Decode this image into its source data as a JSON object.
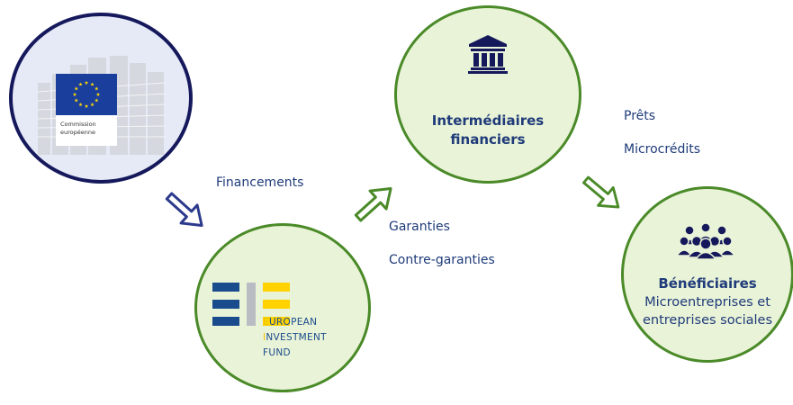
{
  "ec": {
    "label_line1": "Commission",
    "label_line2": "européenne"
  },
  "eif": {
    "line1_first": "E",
    "line1_rest": "UROPEAN",
    "line2_first": "I",
    "line2_rest": "NVESTMENT",
    "line3": "FUND"
  },
  "labels": {
    "financements": "Financements",
    "garanties": "Garanties",
    "contre_garanties": "Contre-garanties",
    "prets": "Prêts",
    "microcredits": "Microcrédits"
  },
  "intermediaires": {
    "line1": "Intermédiaires",
    "line2": "financiers"
  },
  "beneficiaires": {
    "title": "Bénéficiaires",
    "line1": "Microentreprises et",
    "line2": "entreprises sociales"
  },
  "colors": {
    "navy": "#15195c",
    "green": "#4a8a28",
    "light_green": "#e9f3d7",
    "text_blue": "#1f3b7a",
    "eu_blue": "#1a3e9c",
    "eu_yellow": "#ffd800"
  },
  "icons": [
    "eu-flag-icon",
    "building-icon",
    "bank-icon",
    "people-icon",
    "arrow-icon"
  ]
}
